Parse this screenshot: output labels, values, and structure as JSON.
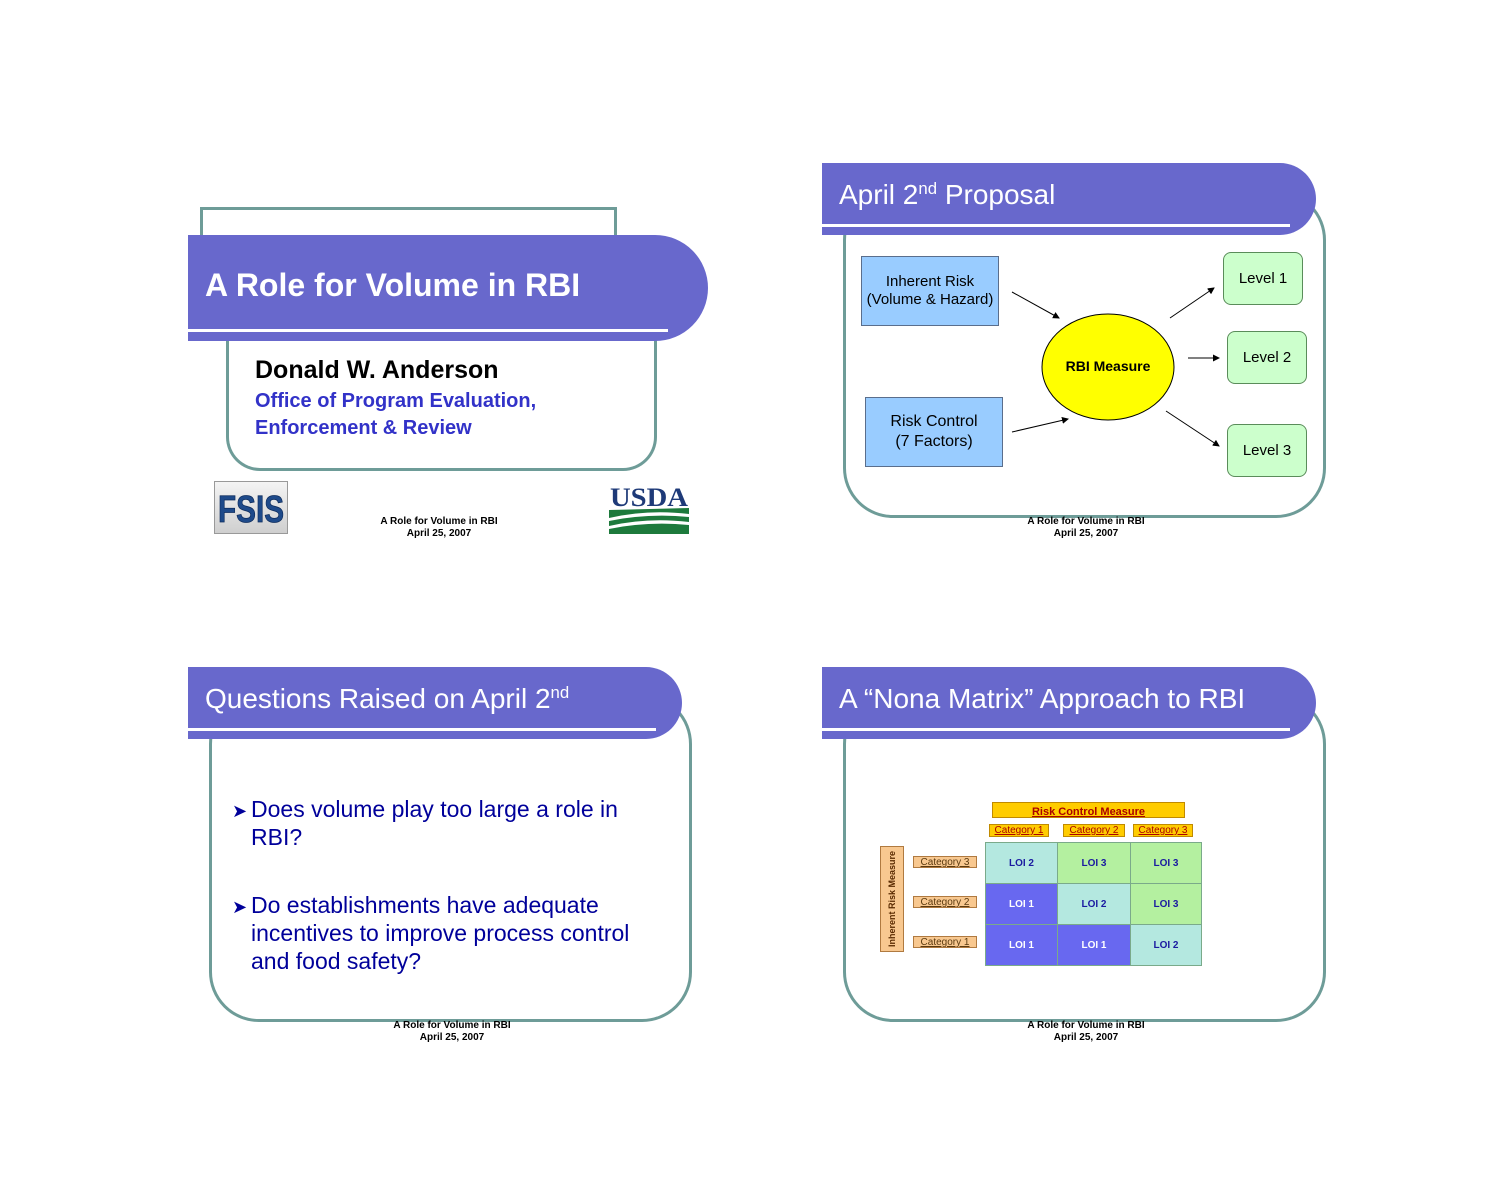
{
  "slide1": {
    "title": "A Role for Volume in RBI",
    "author": "Donald W. Anderson",
    "org_line1": "Office of Program Evaluation,",
    "org_line2": "Enforcement & Review",
    "logo_fsis": "FSIS",
    "logo_usda": "USDA",
    "footer_line1": "A Role for Volume in RBI",
    "footer_line2": "April 25, 2007"
  },
  "slide2": {
    "title_pre": "April 2",
    "title_sup": "nd",
    "title_post": " Proposal",
    "inherent_line1": "Inherent Risk",
    "inherent_line2": "(Volume & Hazard)",
    "control_line1": "Risk Control",
    "control_line2": "(7 Factors)",
    "center": "RBI Measure",
    "levels": [
      "Level 1",
      "Level 2",
      "Level 3"
    ],
    "footer_line1": "A Role for Volume in RBI",
    "footer_line2": "April 25, 2007"
  },
  "slide3": {
    "title_pre": "Questions Raised on April 2",
    "title_sup": "nd",
    "bullets": [
      [
        "Does volume play too large a role in",
        "RBI?"
      ],
      [
        "Do establishments have adequate",
        "incentives to improve process control",
        "and food safety?"
      ]
    ],
    "footer_line1": "A Role for Volume in RBI",
    "footer_line2": "April 25, 2007"
  },
  "slide4": {
    "title": "A “Nona Matrix” Approach to RBI",
    "col_header": "Risk Control Measure",
    "col_categories": [
      "Category 1",
      "Category 2",
      "Category 3"
    ],
    "row_header": "Inherent Risk Measure",
    "row_categories": [
      "Category 3",
      "Category 2",
      "Category 1"
    ],
    "cells": [
      [
        "LOI 2",
        "LOI 3",
        "LOI 3"
      ],
      [
        "LOI 1",
        "LOI 2",
        "LOI 3"
      ],
      [
        "LOI 1",
        "LOI 1",
        "LOI 2"
      ]
    ],
    "footer_line1": "A Role for Volume in RBI",
    "footer_line2": "April 25, 2007"
  },
  "colors": {
    "band": "#6868cc",
    "frame": "#6e9c98",
    "org_text": "#3232c8",
    "bullet_text": "#00009a",
    "ellipse": "#ffff00",
    "input_box": "#99ccff",
    "level_box": "#ccffcc"
  }
}
